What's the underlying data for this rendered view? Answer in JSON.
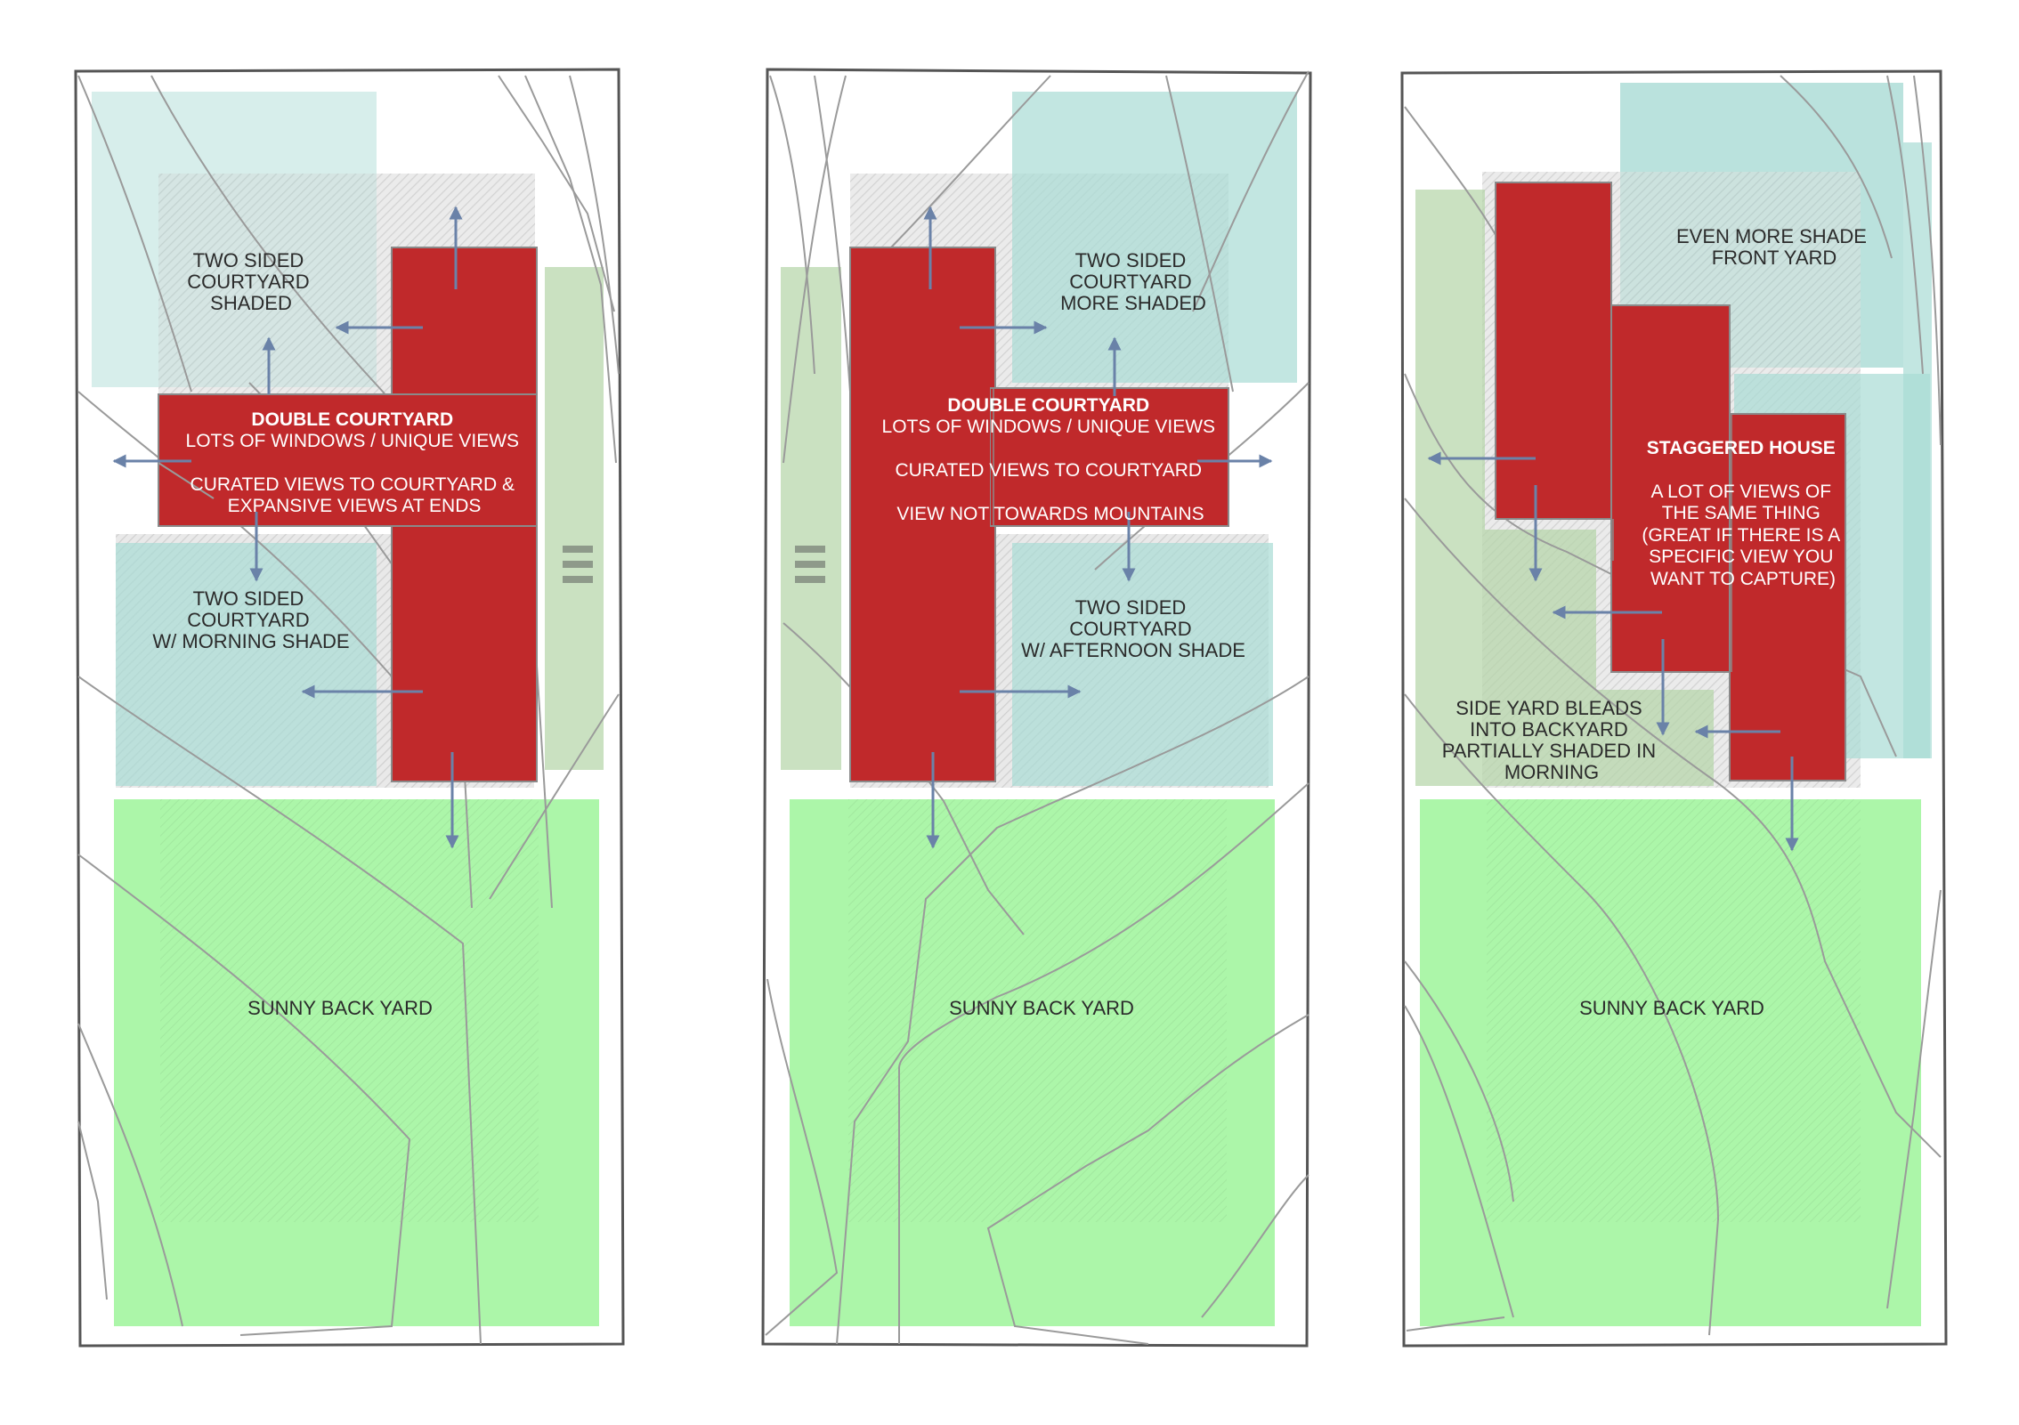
{
  "colors": {
    "house": "#c0292b",
    "backyard": "#9ef59a",
    "courtyard": "#a8dcd4",
    "sideyard": "#b4d4a6",
    "hatch": "#c9c9c9",
    "arrow": "#6a82a8",
    "contour": "#9a9a9a",
    "lot": "#555555"
  },
  "panels": [
    {
      "labels": {
        "courtyard_top": [
          "TWO SIDED",
          "COURTYARD",
          "SHADED"
        ],
        "courtyard_bottom": [
          "TWO SIDED",
          "COURTYARD",
          "W/ MORNING SHADE"
        ],
        "backyard": "SUNNY BACK YARD"
      },
      "house": {
        "title": "DOUBLE COURTYARD",
        "lines": [
          "LOTS OF WINDOWS / UNIQUE VIEWS",
          "",
          "CURATED VIEWS TO COURTYARD &",
          "EXPANSIVE VIEWS AT ENDS"
        ]
      }
    },
    {
      "labels": {
        "courtyard_top": [
          "TWO SIDED",
          "COURTYARD",
          "MORE SHADED"
        ],
        "courtyard_bottom": [
          "TWO SIDED",
          "COURTYARD",
          "W/ AFTERNOON SHADE"
        ],
        "backyard": "SUNNY BACK YARD"
      },
      "house": {
        "title": "DOUBLE COURTYARD",
        "lines": [
          "LOTS OF WINDOWS / UNIQUE VIEWS",
          "",
          "CURATED VIEWS TO COURTYARD",
          "",
          "VIEW NOT TOWARDS MOUNTAINS"
        ]
      }
    },
    {
      "labels": {
        "front_yard": [
          "EVEN MORE SHADE",
          "FRONT YARD"
        ],
        "side_yard": [
          "SIDE YARD BLEADS",
          "INTO BACKYARD",
          "PARTIALLY SHADED IN",
          "MORNING"
        ],
        "backyard": "SUNNY BACK YARD"
      },
      "house": {
        "title": "STAGGERED HOUSE",
        "lines": [
          "A LOT OF VIEWS OF",
          "THE SAME THING",
          "(GREAT IF THERE IS A",
          "SPECIFIC VIEW YOU",
          "WANT TO CAPTURE)"
        ]
      }
    }
  ]
}
